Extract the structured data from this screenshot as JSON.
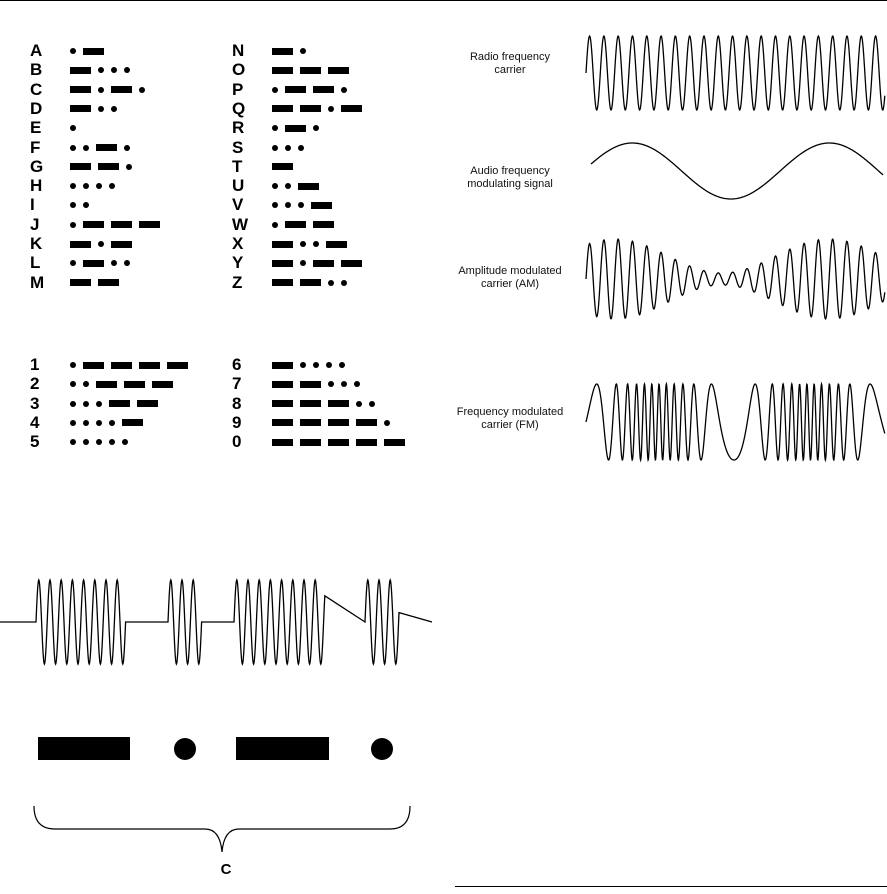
{
  "morse": {
    "letters_left": [
      {
        "char": "A",
        "code": ".-"
      },
      {
        "char": "B",
        "code": "-..."
      },
      {
        "char": "C",
        "code": "-.-."
      },
      {
        "char": "D",
        "code": "-.."
      },
      {
        "char": "E",
        "code": "."
      },
      {
        "char": "F",
        "code": "..-."
      },
      {
        "char": "G",
        "code": "--."
      },
      {
        "char": "H",
        "code": "...."
      },
      {
        "char": "I",
        "code": ".."
      },
      {
        "char": "J",
        "code": ".---"
      },
      {
        "char": "K",
        "code": "-.-"
      },
      {
        "char": "L",
        "code": ".-.."
      },
      {
        "char": "M",
        "code": "--"
      }
    ],
    "letters_right": [
      {
        "char": "N",
        "code": "-."
      },
      {
        "char": "O",
        "code": "---"
      },
      {
        "char": "P",
        "code": ".--."
      },
      {
        "char": "Q",
        "code": "--.-"
      },
      {
        "char": "R",
        "code": ".-."
      },
      {
        "char": "S",
        "code": "..."
      },
      {
        "char": "T",
        "code": "-"
      },
      {
        "char": "U",
        "code": "..-"
      },
      {
        "char": "V",
        "code": "...-"
      },
      {
        "char": "W",
        "code": ".--"
      },
      {
        "char": "X",
        "code": "-..-"
      },
      {
        "char": "Y",
        "code": "-.--"
      },
      {
        "char": "Z",
        "code": "--.."
      }
    ],
    "numbers_left": [
      {
        "char": "1",
        "code": ".----"
      },
      {
        "char": "2",
        "code": "..---"
      },
      {
        "char": "3",
        "code": "...--"
      },
      {
        "char": "4",
        "code": "....-"
      },
      {
        "char": "5",
        "code": "....."
      }
    ],
    "numbers_right": [
      {
        "char": "6",
        "code": "-...."
      },
      {
        "char": "7",
        "code": "--..."
      },
      {
        "char": "8",
        "code": "---.."
      },
      {
        "char": "9",
        "code": "----."
      },
      {
        "char": "0",
        "code": "-----"
      }
    ]
  },
  "modulation": {
    "carrier_label_1": "Radio frequency",
    "carrier_label_2": "carrier",
    "audio_label_1": "Audio frequency",
    "audio_label_2": "modulating signal",
    "am_label_1": "Amplitude modulated",
    "am_label_2": "carrier (AM)",
    "fm_label_1": "Frequency modulated",
    "fm_label_2": "carrier (FM)"
  },
  "keying": {
    "symbols": "-.-.",
    "brace_label": "C"
  }
}
